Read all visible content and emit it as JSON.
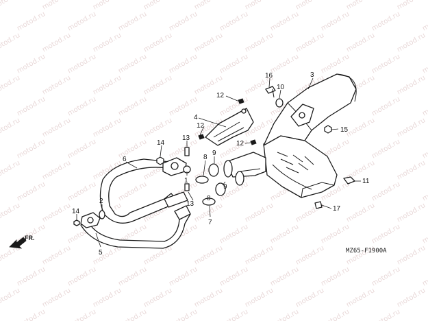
{
  "watermark_text": "motod.ru",
  "drawing_code": "MZ65-F1900A",
  "direction_label": "FR.",
  "callouts": [
    {
      "id": "c1",
      "label": "1"
    },
    {
      "id": "c2",
      "label": "2"
    },
    {
      "id": "c3",
      "label": "3"
    },
    {
      "id": "c4",
      "label": "4"
    },
    {
      "id": "c5",
      "label": "5"
    },
    {
      "id": "c6",
      "label": "6"
    },
    {
      "id": "c7",
      "label": "7"
    },
    {
      "id": "c8a",
      "label": "8"
    },
    {
      "id": "c8b",
      "label": "8"
    },
    {
      "id": "c9a",
      "label": "9"
    },
    {
      "id": "c9b",
      "label": "9"
    },
    {
      "id": "c10",
      "label": "10"
    },
    {
      "id": "c11",
      "label": "11"
    },
    {
      "id": "c12a",
      "label": "12"
    },
    {
      "id": "c12b",
      "label": "12"
    },
    {
      "id": "c12c",
      "label": "12"
    },
    {
      "id": "c13a",
      "label": "13"
    },
    {
      "id": "c13b",
      "label": "13"
    },
    {
      "id": "c14a",
      "label": "14"
    },
    {
      "id": "c14b",
      "label": "14"
    },
    {
      "id": "c15",
      "label": "15"
    },
    {
      "id": "c16",
      "label": "16"
    },
    {
      "id": "c17",
      "label": "17"
    }
  ]
}
